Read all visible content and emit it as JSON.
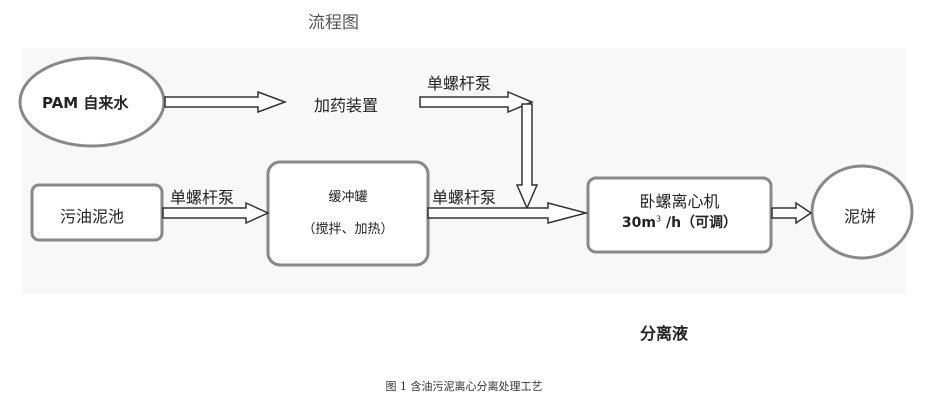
{
  "header": {
    "title": "流程图"
  },
  "nodes": {
    "pam_water": "PAM 自来水",
    "dosing_device": "加药装置",
    "oily_sludge_pool": "污油泥池",
    "buffer_tank_name": "缓冲罐",
    "buffer_tank_note": "（搅拌、加热）",
    "centrifuge_name": "卧螺离心机",
    "centrifuge_capacity_prefix": "30m",
    "centrifuge_capacity_sup": "3",
    "centrifuge_capacity_suffix": "/h（可调）",
    "sludge_cake": "泥饼",
    "separated_liquid": "分离液"
  },
  "edge_labels": {
    "pump_top": "单螺杆泵",
    "pump_left": "单螺杆泵",
    "pump_mid": "单螺杆泵"
  },
  "caption": "图 1 含油污泥离心分离处理工艺",
  "colors": {
    "node_stroke": "#888888",
    "arrow_stroke": "#333333",
    "band": "#f8f8f8"
  }
}
